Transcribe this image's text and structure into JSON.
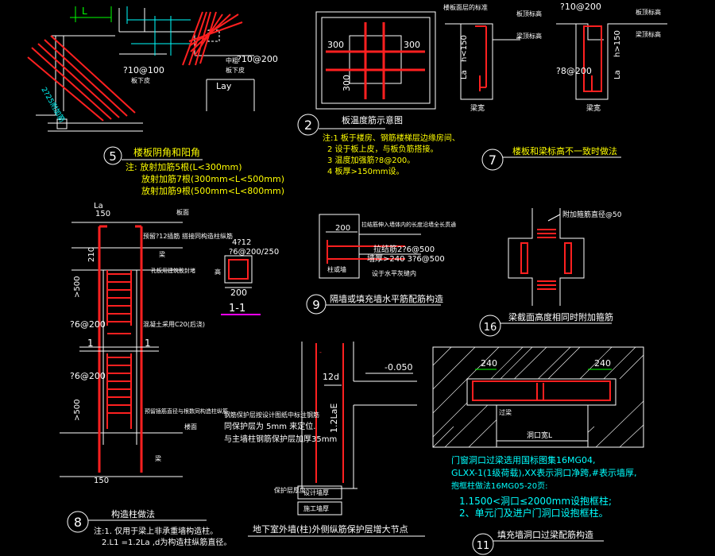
{
  "d5": {
    "label_la_top": "L",
    "rebar_top": "?10@100",
    "rebar_top_sub": "板下皮",
    "rebar_right": "?10@200",
    "rebar_right_prefix": "中粗",
    "rebar_right_sub": "板下皮",
    "label_lay": "Lay",
    "diag_label": "2?25附加筋",
    "num": "5",
    "title": "楼板阴角和阳角",
    "notes": [
      "注: 放射加筋5根(L<300mm)",
      "放射加筋7根(300mm<L<500mm)",
      "放射加筋9根(500mm<L<800mm)"
    ]
  },
  "d2": {
    "dim_300_tl": "300",
    "dim_300_tr": "300",
    "dim_300_b": "300",
    "num": "2",
    "title": "板温度筋示意图",
    "notes": [
      "注:1  板于楼房、钢筋楼梯层边缘房间、",
      "2  设于板上皮，与板负筋搭接。",
      "3  温度加强筋?8@200。",
      "4  板厚>150mm设。"
    ]
  },
  "d7": {
    "label_left_top": "楼板面层的标准",
    "label_top_right1": "板顶标高",
    "label_top_right2": "梁顶标高",
    "rebar_top": "?10@200",
    "label_board_top": "板顶标高",
    "label_beam_top": "梁顶标高",
    "h_left": "h<150",
    "la_left": "La",
    "h_right": "h>150",
    "la_right": "La",
    "rebar_mid": "?8@200",
    "beam_w_left": "梁宽",
    "beam_w_right": "梁宽",
    "num": "7",
    "title": "楼板和梁标高不一致时做法"
  },
  "d8": {
    "label_la": "La",
    "dim_150_top": "150",
    "dim_210": "210",
    "label_board": "板面",
    "label_pre": "预留?12插筋 搭接同构造柱纵筋",
    "label_beam": "梁",
    "label_hole": "孔板用建筑胶封堵",
    "dim_500_a": ">500",
    "rebar_a": "?6@200",
    "label_concrete": "混凝土采用C20(后浇)",
    "label_1a": "1",
    "label_1b": "1",
    "rebar_b": "?6@200",
    "dim_500_b": ">500",
    "label_pre_b": "预留插筋直径与根数同构造柱纵筋",
    "label_floor": "楼面",
    "label_beam_b": "梁",
    "dim_150_bot": "150",
    "num": "8",
    "title": "构造柱做法",
    "notes": [
      "注:1. 仅用于梁上非承重墙构造柱。",
      "2.L1 =1.2La ,d为构造柱纵筋直径。"
    ]
  },
  "d11": {
    "rebar_top": "4?12",
    "rebar_sub": "?6@200/250",
    "dim_200": "200",
    "label_h": "高",
    "section": "1-1"
  },
  "d9": {
    "dim_200": "200",
    "label_top": "拉结筋伸入墙体内的长度沿墙全长贯通",
    "rebar_a": "拉结筋2?6@500",
    "rebar_b": "墙厚>240 3?6@500",
    "label_col": "柱或墙",
    "label_bot": "设于水平灰缝内",
    "num": "9",
    "title": "隔墙或填充墙水平筋配筋构造"
  },
  "d16": {
    "label": "附加箍筋直径@50",
    "num": "16",
    "title": "梁截面高度相同时附加箍筋"
  },
  "dbase": {
    "elev": "-0.050",
    "dim_12d": "12d",
    "dim_12lae": "1.2LaE",
    "note1": "钢筋保护层按设计图纸中标注钢筋",
    "note2": "同保护层为 5mm 来定位.",
    "note3": "与主墙柱钢筋保护层加厚35mm",
    "label_prot": "保护层厚度",
    "label_design": "设计墙厚",
    "label_con": "施工墙厚",
    "title": "地下室外墙(柱)外侧纵筋保护层增大节点"
  },
  "d11b": {
    "dim_240_l": "240",
    "dim_240_r": "240",
    "label_lintel": "过梁",
    "label_opening": "洞口宽L",
    "notes": [
      "门窗洞口过梁选用国标图集16MG04,",
      "GLXX-1(1级荷载),XX表示洞口净跨,#表示墙厚,",
      "抱框柱做法16MG05-20页:",
      "1.1500<洞口≤2000mm设抱框柱;",
      "2、单元门及进户门洞口设抱框柱。"
    ],
    "num": "11",
    "title": "填充墙洞口过梁配筋构造"
  }
}
